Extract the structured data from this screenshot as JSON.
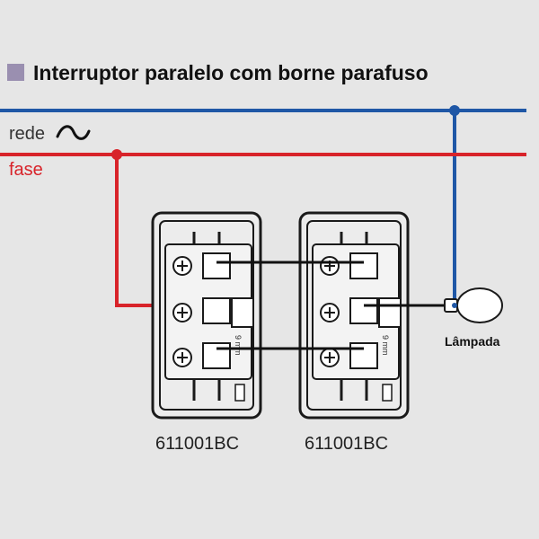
{
  "title": "Interruptor paralelo com borne parafuso",
  "wires": {
    "neutral_label": "rede",
    "phase_label": "fase"
  },
  "switches": [
    {
      "code": "611001BC",
      "gauge": "9 mm"
    },
    {
      "code": "611001BC",
      "gauge": "9 mm"
    }
  ],
  "lamp": {
    "label": "Lâmpada"
  },
  "colors": {
    "background": "#e6e6e6",
    "title_marker": "#9a8fb0",
    "neutral_wire": "#1f57a6",
    "phase_wire": "#d8232a",
    "traveler_wire": "#111111",
    "switch_body": "#ececec",
    "switch_outline": "#1a1a1a"
  },
  "icons": {
    "neutral_symbol": "tilde-wave-icon",
    "lamp": "lightbulb-icon",
    "terminal_screw": "screw-icon"
  }
}
